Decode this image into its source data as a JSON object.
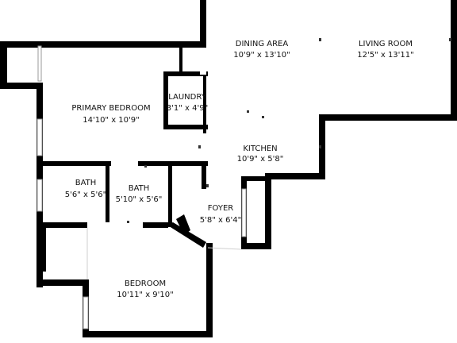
{
  "rooms": {
    "dining_area": {
      "name": "DINING AREA",
      "dims": "10'9\" x 13'10\""
    },
    "living_room": {
      "name": "LIVING ROOM",
      "dims": "12'5\" x 13'11\""
    },
    "primary_bedroom": {
      "name": "PRIMARY BEDROOM",
      "dims": "14'10\" x 10'9\""
    },
    "laundry": {
      "name": "LAUNDRY",
      "dims": "3'1\" x 4'9\""
    },
    "kitchen": {
      "name": "KITCHEN",
      "dims": "10'9\" x 5'8\""
    },
    "bath_1": {
      "name": "BATH",
      "dims": "5'6\" x 5'6\""
    },
    "bath_2": {
      "name": "BATH",
      "dims": "5'10\" x 5'6\""
    },
    "foyer": {
      "name": "FOYER",
      "dims": "5'8\" x 6'4\""
    },
    "bedroom": {
      "name": "BEDROOM",
      "dims": "10'11\" x 9'10\""
    }
  },
  "colors": {
    "wall": "#000000",
    "background": "#ffffff",
    "window_edge": "#9a9a9a"
  }
}
